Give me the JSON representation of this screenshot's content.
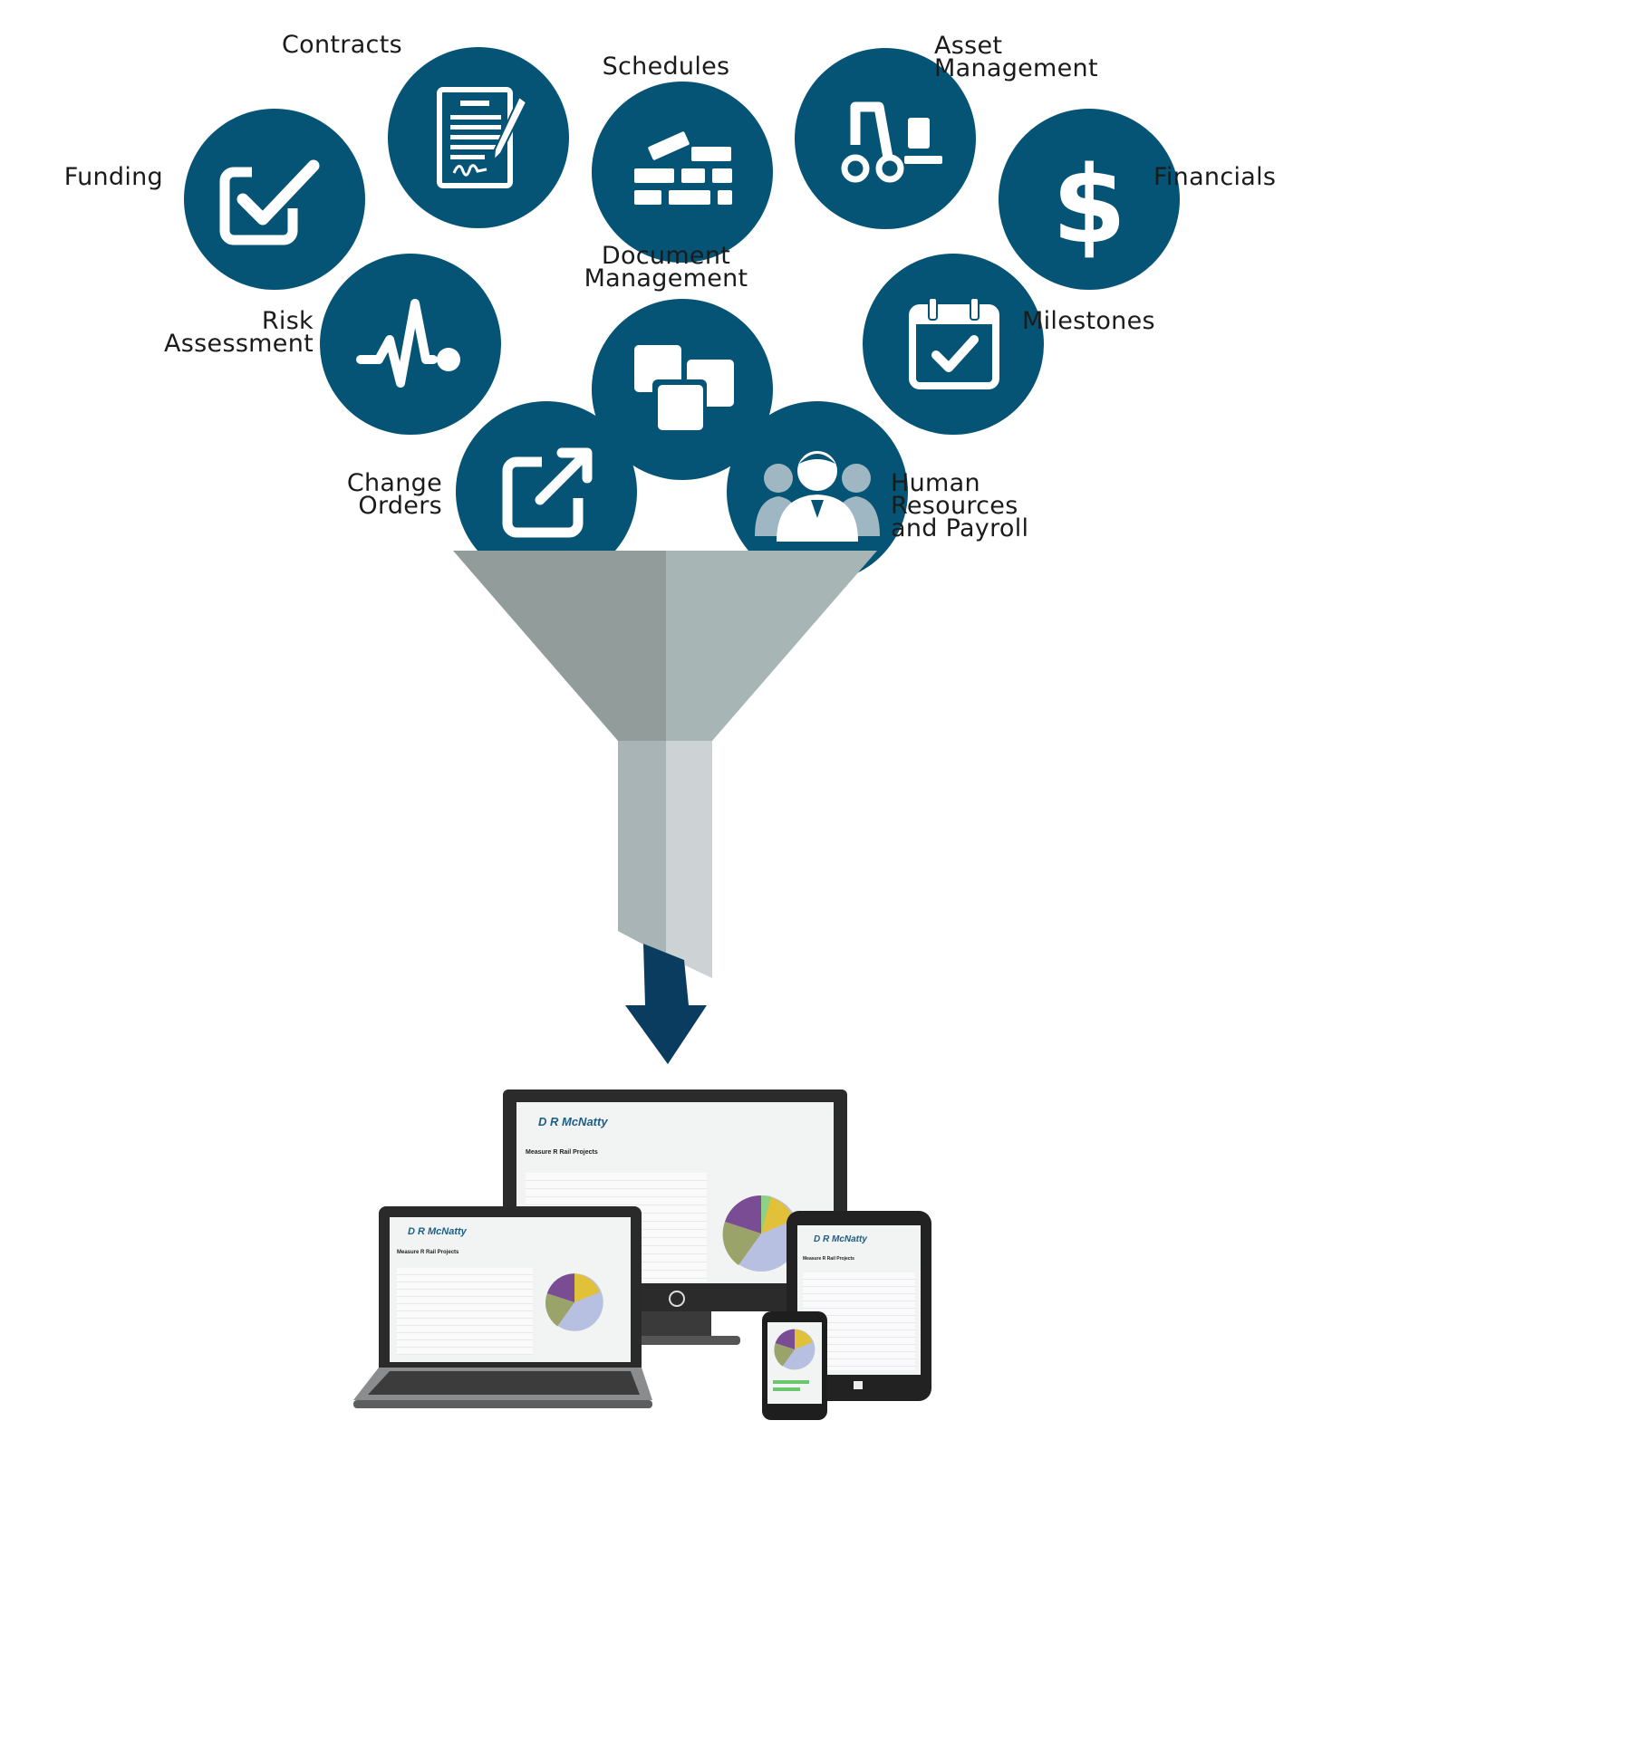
{
  "colors": {
    "node": "#055476",
    "funnel_left": "#919c9b",
    "funnel_right": "#a7b5b5",
    "spout_left": "#a8b4b6",
    "spout_right": "#cdd2d5",
    "arrow": "#0a3c60"
  },
  "nodes": [
    {
      "key": "funding",
      "label": "Funding",
      "icon": "checkbox-icon"
    },
    {
      "key": "contracts",
      "label": "Contracts",
      "icon": "signed-document-icon"
    },
    {
      "key": "schedules",
      "label": "Schedules",
      "icon": "bricks-icon"
    },
    {
      "key": "asset",
      "label": "Asset\nManagement",
      "icon": "forklift-icon"
    },
    {
      "key": "financials",
      "label": "Financials",
      "icon": "dollar-icon"
    },
    {
      "key": "risk",
      "label": "Risk Assessment",
      "icon": "pulse-icon"
    },
    {
      "key": "document",
      "label": "Document\nManagement",
      "icon": "stacked-pages-icon"
    },
    {
      "key": "milestones",
      "label": "Milestones",
      "icon": "calendar-check-icon"
    },
    {
      "key": "change",
      "label": "Change Orders",
      "icon": "external-link-icon"
    },
    {
      "key": "hr",
      "label": "Human Resources\nand Payroll",
      "icon": "people-icon"
    }
  ],
  "devices": {
    "brand": "D R McNatty",
    "page_title": "Measure R Rail Projects"
  }
}
